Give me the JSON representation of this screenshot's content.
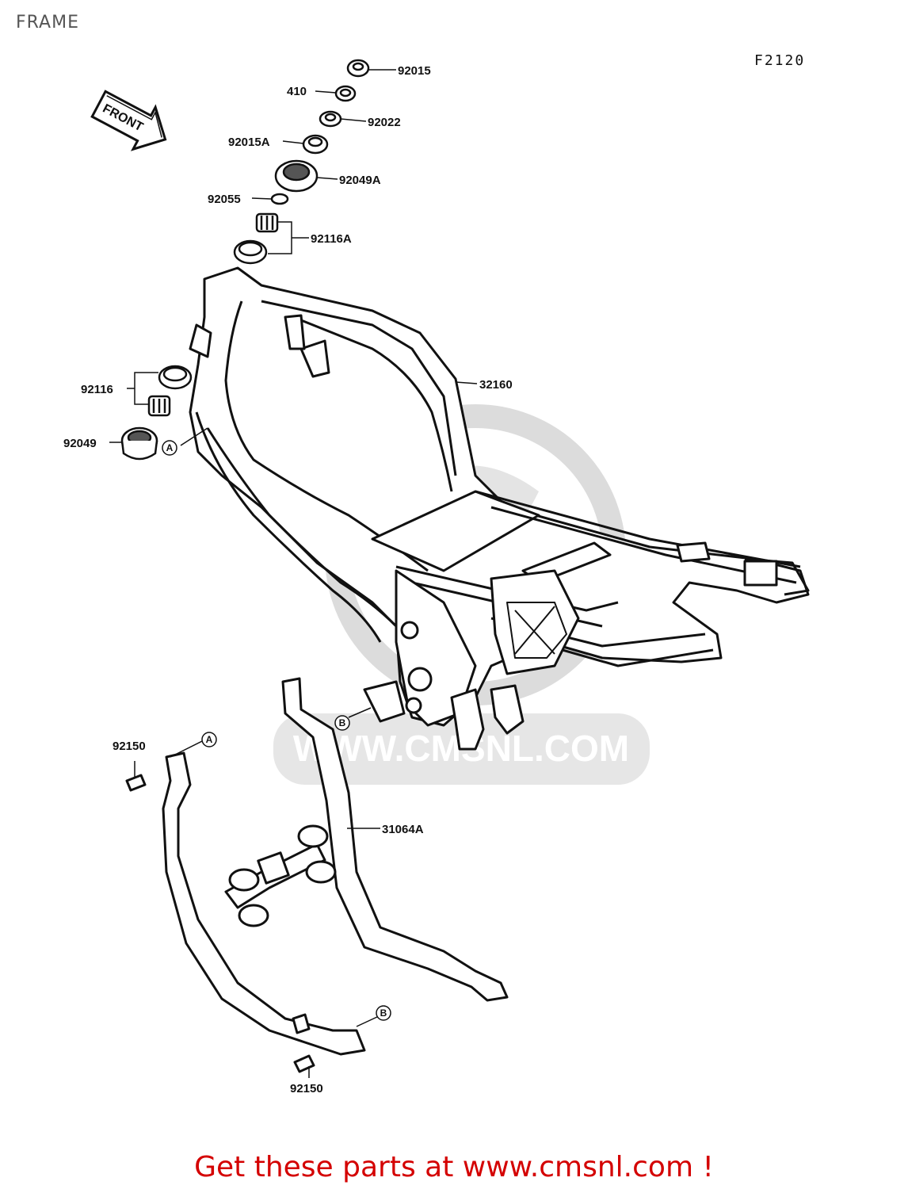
{
  "page": {
    "title": "FRAME",
    "figure_code": "F2120",
    "front_arrow_text": "FRONT",
    "footer_link_text": "Get these parts at www.cmsnl.com !",
    "watermark_text": "WWW.CMSNL.COM"
  },
  "parts": {
    "p92015": "92015",
    "p410": "410",
    "p92022": "92022",
    "p92015A": "92015A",
    "p92049A": "92049A",
    "p92055": "92055",
    "p92116A": "92116A",
    "p32160": "32160",
    "p92116": "92116",
    "p92049": "92049",
    "p92150_top": "92150",
    "p31064A": "31064A",
    "p92150_bottom": "92150"
  },
  "callouts": {
    "a_head": "A",
    "b_frame": "B",
    "a_bracket": "A",
    "b_bracket": "B"
  },
  "colors": {
    "line": "#111111",
    "watermark": "#d9d9d9",
    "footer": "#d40000"
  }
}
